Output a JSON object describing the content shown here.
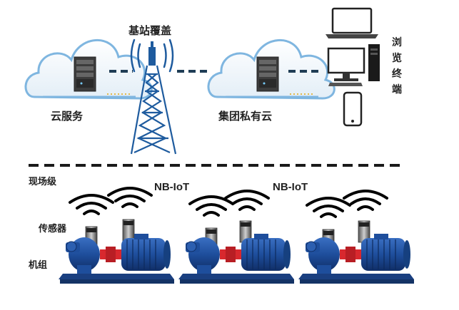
{
  "top": {
    "tower_label": "基站覆盖",
    "cloud_left_label": "云服务",
    "cloud_right_label": "集团私有云",
    "terminal_label": "浏览终端"
  },
  "bottom": {
    "section_label": "现场级",
    "nbiot_left": "NB-IoT",
    "nbiot_right": "NB-IoT",
    "sensor_label": "传感器",
    "unit_label": "机组"
  },
  "colors": {
    "cloud_edge": "#7fb6e0",
    "cloud_fill": "#f4f8fb",
    "dash": "#1f3d55",
    "tower": "#1e5b9e",
    "pump_blue": "#1e4e9c",
    "pump_red": "#d8282e"
  }
}
